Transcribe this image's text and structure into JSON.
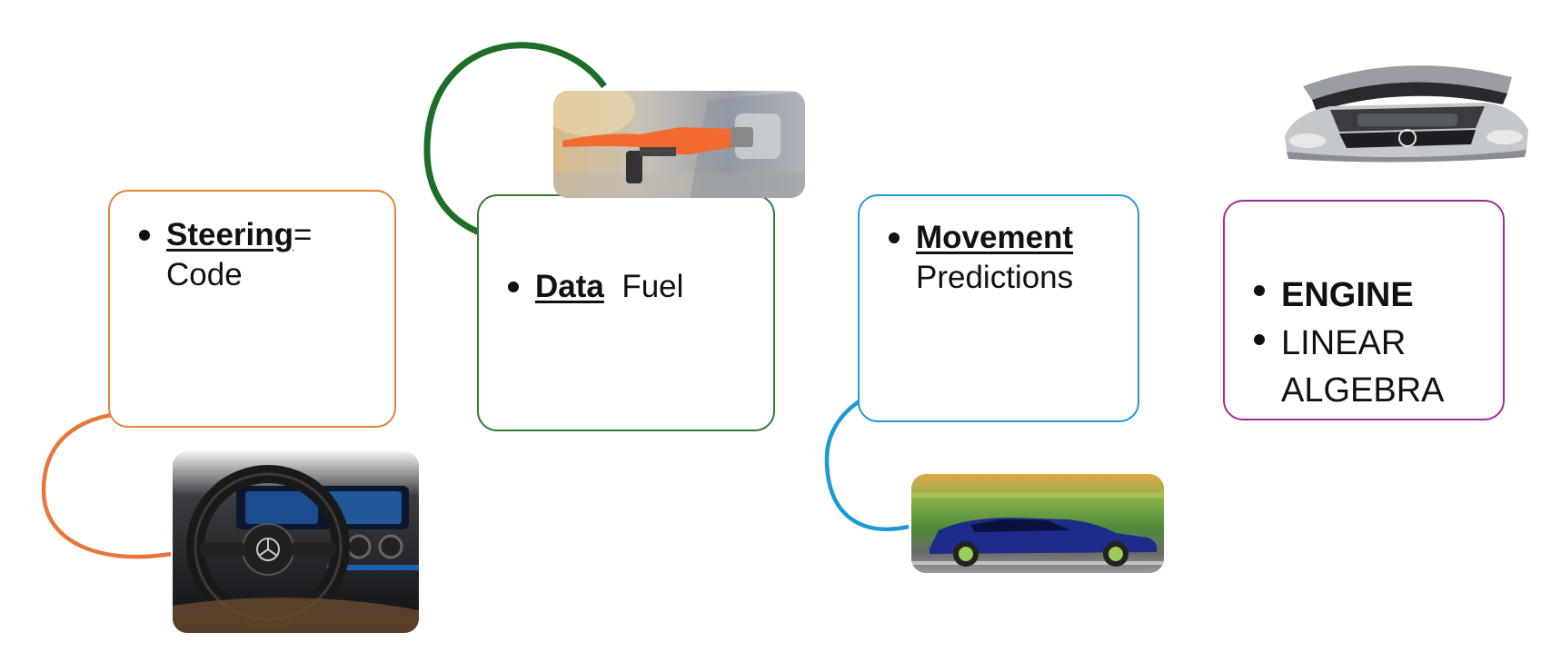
{
  "boxes": {
    "steering": {
      "term": "Steering",
      "separator": "=",
      "meaning": "Code",
      "border_color": "#e8803a"
    },
    "data": {
      "term": "Data",
      "meaning": "Fuel",
      "border_color": "#2e7d32"
    },
    "movement": {
      "term": "Movement",
      "meaning": "Predictions",
      "border_color": "#1f9ad6"
    },
    "engine": {
      "item1": "ENGINE",
      "item2": "LINEAR ALGEBRA",
      "border_color": "#a0299a"
    }
  },
  "images": {
    "fuel_nozzle": "fuel-nozzle-photo",
    "steering_wheel": "steering-wheel-photo",
    "moving_car": "moving-car-photo",
    "car_engine": "car-engine-photo"
  },
  "arrows": {
    "green": "#1e6e2a",
    "orange": "#e8763a",
    "blue": "#1a9bd4"
  }
}
